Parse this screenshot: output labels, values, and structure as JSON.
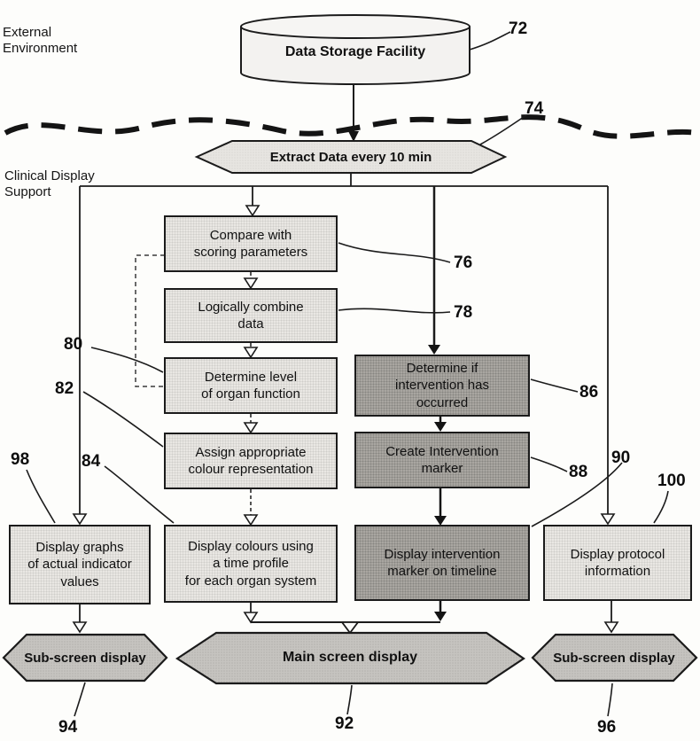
{
  "regions": {
    "external_environment": "External\nEnvironment",
    "clinical_display_support": "Clinical Display\nSupport"
  },
  "nodes": {
    "data_storage": {
      "label": "Data Storage Facility",
      "ref": "72"
    },
    "extract": {
      "label": "Extract Data every 10 min",
      "ref": "74"
    },
    "compare": {
      "label": "Compare with\nscoring parameters",
      "ref": "76"
    },
    "combine": {
      "label": "Logically combine\ndata",
      "ref": "78"
    },
    "determine_level": {
      "label": "Determine level\nof organ function",
      "ref": "80"
    },
    "assign_colour": {
      "label": "Assign appropriate\ncolour representation",
      "ref": "82"
    },
    "display_colours": {
      "label": "Display colours using\na time profile\nfor each organ system",
      "ref": "84"
    },
    "determine_intervention": {
      "label": "Determine if\nintervention has\noccurred",
      "ref": "86"
    },
    "create_marker": {
      "label": "Create Intervention\nmarker",
      "ref": "88"
    },
    "display_marker": {
      "label": "Display intervention\nmarker on timeline",
      "ref": "90"
    },
    "display_graphs": {
      "label": "Display graphs\nof actual indicator\nvalues",
      "ref": "98"
    },
    "display_protocol": {
      "label": "Display protocol\ninformation",
      "ref": "100"
    },
    "sub_screen_left": {
      "label": "Sub-screen display",
      "ref": "94"
    },
    "main_screen": {
      "label": "Main screen display",
      "ref": "92"
    },
    "sub_screen_right": {
      "label": "Sub-screen display",
      "ref": "96"
    }
  },
  "colors": {
    "line": "#1b1b1b",
    "light_box": "#e8e6e2",
    "dark_box": "#a9a6a1",
    "hex_fill": "#c6c4c0"
  }
}
